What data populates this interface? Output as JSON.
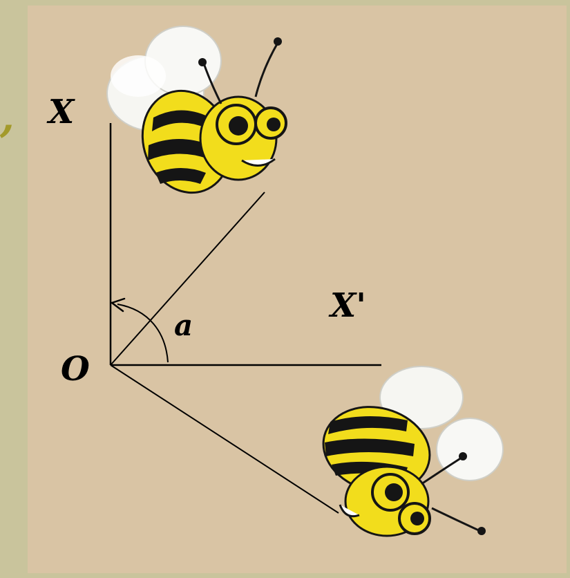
{
  "labels": {
    "x_axis": "X",
    "x_prime_axis": "X'",
    "angle": "a",
    "origin": "O",
    "edge_mark": ","
  },
  "colors": {
    "outer_background": "#c9c49c",
    "panel_background": "#d9c4a4",
    "line": "#000000",
    "bee_yellow": "#f2dd1c",
    "bee_black": "#151515",
    "wing": "#f6f6f2",
    "edge_mark": "#a39a2a"
  },
  "icons": [
    "bee-icon",
    "bee-icon"
  ]
}
